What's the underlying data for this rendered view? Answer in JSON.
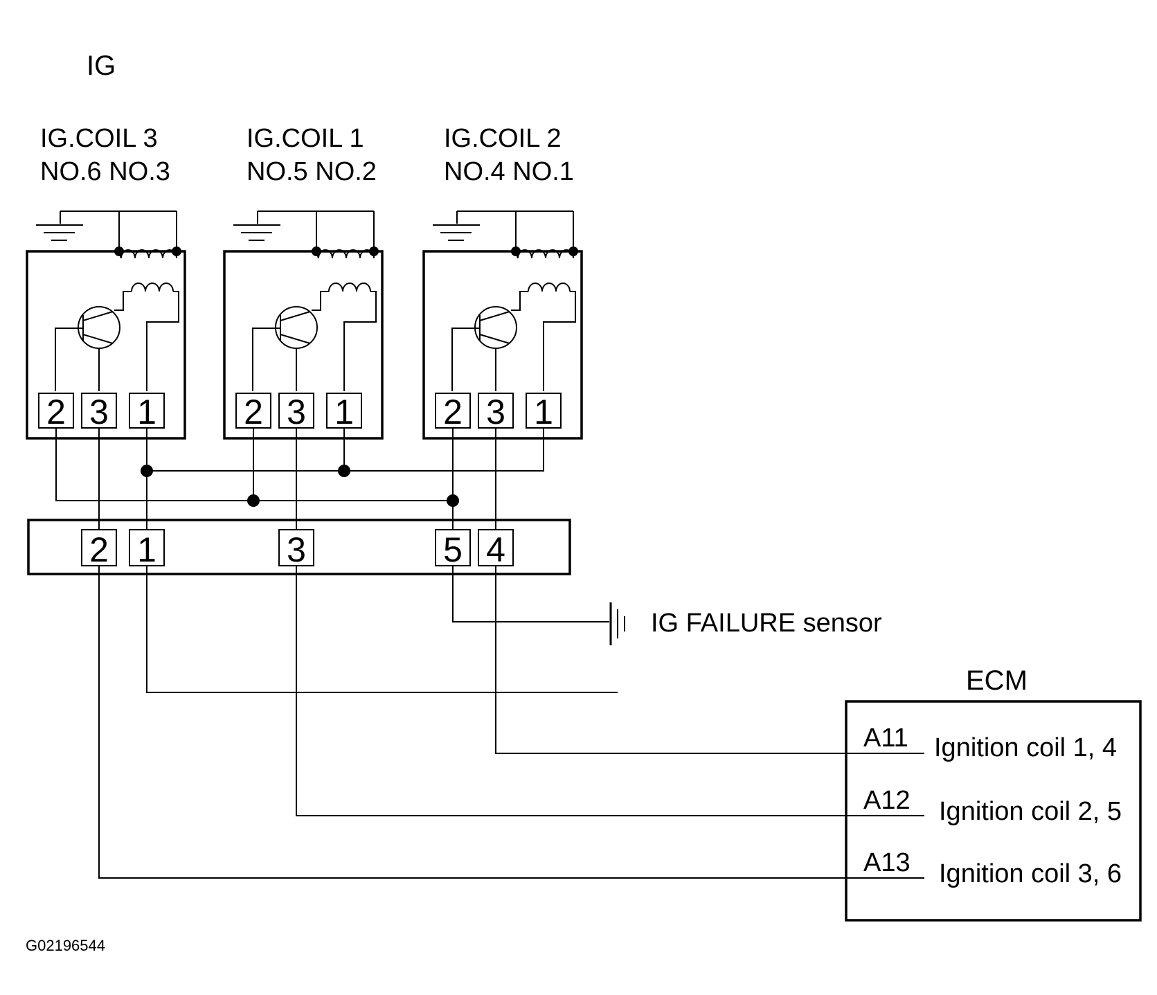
{
  "diagram": {
    "section_label": "IG",
    "figure_id": "G02196544",
    "coils": [
      {
        "name": "IG.COIL 3",
        "cylinders": "NO.6 NO.3",
        "pins": [
          "2",
          "3",
          "1"
        ]
      },
      {
        "name": "IG.COIL 1",
        "cylinders": "NO.5 NO.2",
        "pins": [
          "2",
          "3",
          "1"
        ]
      },
      {
        "name": "IG.COIL 2",
        "cylinders": "NO.4 NO.1",
        "pins": [
          "2",
          "3",
          "1"
        ]
      }
    ],
    "connector": {
      "pins": [
        "2",
        "1",
        "3",
        "5",
        "4"
      ]
    },
    "sensor_label": "IG FAILURE sensor",
    "ecm": {
      "title": "ECM",
      "terminals": [
        {
          "pin": "A11",
          "label": "Ignition coil 1, 4"
        },
        {
          "pin": "A12",
          "label": "Ignition coil 2, 5"
        },
        {
          "pin": "A13",
          "label": "Ignition coil 3, 6"
        }
      ]
    }
  }
}
